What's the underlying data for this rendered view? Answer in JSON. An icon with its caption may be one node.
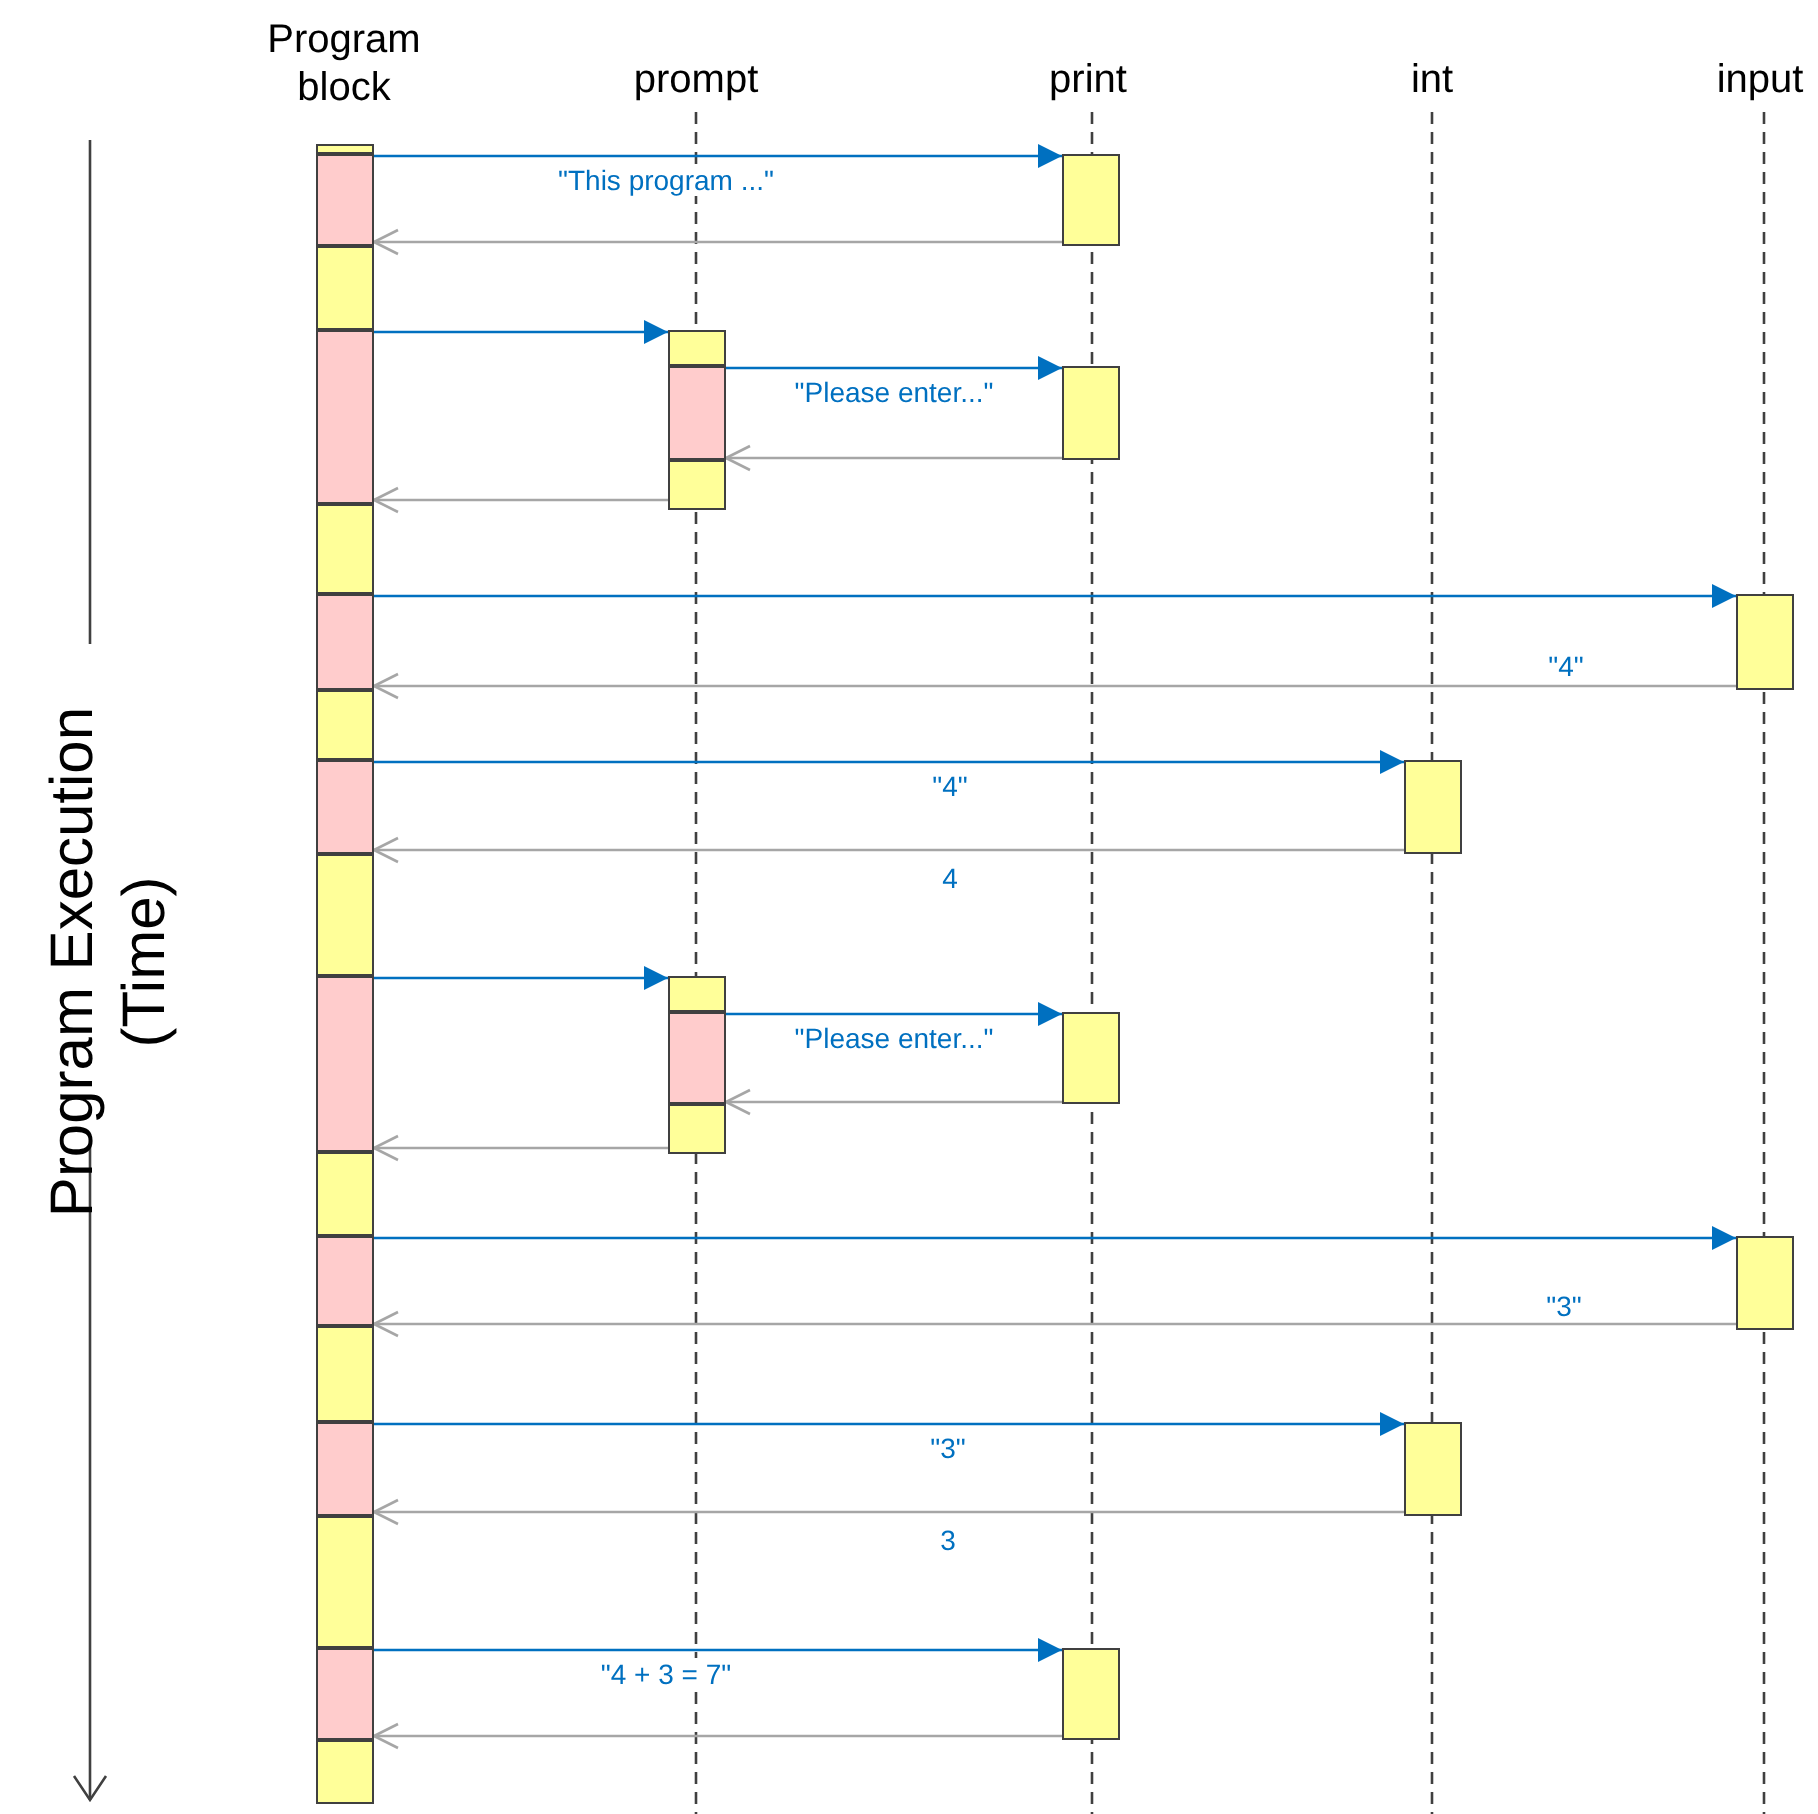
{
  "diagram": {
    "nodes": [
      {
        "text": [
          "Program block"
        ]
      },
      {
        "text": [
          "prompt"
        ]
      },
      {
        "text": [
          "print"
        ]
      },
      {
        "text": [
          "int"
        ]
      },
      {
        "text": [
          "input"
        ]
      },
      {
        "text": [],
        "shape": "box"
      },
      {
        "text": [],
        "shape": "box"
      },
      {
        "text": [],
        "shape": "box"
      },
      {
        "text": [],
        "shape": "box"
      },
      {
        "text": [],
        "shape": "box"
      },
      {
        "text": [],
        "shape": "box"
      },
      {
        "text": [],
        "shape": "box"
      },
      {
        "text": [],
        "shape": "box"
      },
      {
        "text": [],
        "shape": "box"
      },
      {
        "text": [],
        "shape": "box"
      },
      {
        "text": [],
        "shape": "box"
      },
      {
        "text": [],
        "shape": "box"
      },
      {
        "text": [],
        "shape": "box"
      },
      {
        "text": [],
        "shape": "box"
      },
      {
        "text": [],
        "shape": "box"
      },
      {
        "text": [],
        "shape": "box"
      },
      {
        "text": [],
        "shape": "box"
      },
      {
        "text": [],
        "shape": "box"
      },
      {
        "text": [],
        "shape": "box"
      },
      {
        "text": [],
        "shape": "box"
      },
      {
        "text": [],
        "shape": "box"
      },
      {
        "text": [],
        "shape": "box"
      },
      {
        "text": [],
        "shape": "box"
      },
      {
        "text": [],
        "shape": "box"
      },
      {
        "text": [],
        "shape": "box"
      },
      {
        "text": [],
        "shape": "box"
      },
      {
        "text": [],
        "shape": "box"
      },
      {
        "text": [],
        "shape": "box"
      },
      {
        "text": [],
        "shape": "box"
      },
      {
        "text": [],
        "shape": "box"
      },
      {
        "text": [],
        "shape": "box"
      }
    ],
    "edges": [
      {
        "from": 6,
        "to": 22,
        "arrow": "to",
        "label": "\"This program ...\"",
        "color": "#0070c0"
      },
      {
        "from": 22,
        "to": 6,
        "arrow": "to",
        "color": "#a6a6a6"
      },
      {
        "from": 8,
        "to": 23,
        "arrow": "to",
        "color": "#0070c0"
      },
      {
        "from": 24,
        "to": 26,
        "arrow": "to",
        "label": "\"Please enter...\"",
        "color": "#0070c0"
      },
      {
        "from": 26,
        "to": 24,
        "arrow": "to",
        "color": "#a6a6a6"
      },
      {
        "from": 25,
        "to": 8,
        "arrow": "to",
        "color": "#a6a6a6"
      },
      {
        "from": 10,
        "to": 27,
        "arrow": "to",
        "color": "#0070c0"
      },
      {
        "from": 27,
        "to": 10,
        "arrow": "to",
        "label": "\"4\"",
        "color": "#a6a6a6"
      },
      {
        "from": 12,
        "to": 28,
        "arrow": "to",
        "label": "\"4\"",
        "color": "#0070c0"
      },
      {
        "from": 28,
        "to": 12,
        "arrow": "to",
        "label": "4",
        "color": "#a6a6a6"
      },
      {
        "from": 14,
        "to": 29,
        "arrow": "to",
        "color": "#0070c0"
      },
      {
        "from": 30,
        "to": 32,
        "arrow": "to",
        "label": "\"Please enter...\"",
        "color": "#0070c0"
      },
      {
        "from": 32,
        "to": 30,
        "arrow": "to",
        "color": "#a6a6a6"
      },
      {
        "from": 31,
        "to": 14,
        "arrow": "to",
        "color": "#a6a6a6"
      },
      {
        "from": 16,
        "to": 33,
        "arrow": "to",
        "color": "#0070c0"
      },
      {
        "from": 33,
        "to": 16,
        "arrow": "to",
        "label": "\"3\"",
        "color": "#a6a6a6"
      },
      {
        "from": 18,
        "to": 34,
        "arrow": "to",
        "label": "\"3\"",
        "color": "#0070c0"
      },
      {
        "from": 34,
        "to": 18,
        "arrow": "to",
        "label": "3",
        "color": "#a6a6a6"
      },
      {
        "from": 20,
        "to": 35,
        "arrow": "to",
        "label": "\"4 + 3 = 7\"",
        "color": "#0070c0"
      },
      {
        "from": 35,
        "to": 20,
        "arrow": "to",
        "color": "#a6a6a6"
      }
    ],
    "labels": [
      "Program Execution (Time)"
    ]
  }
}
